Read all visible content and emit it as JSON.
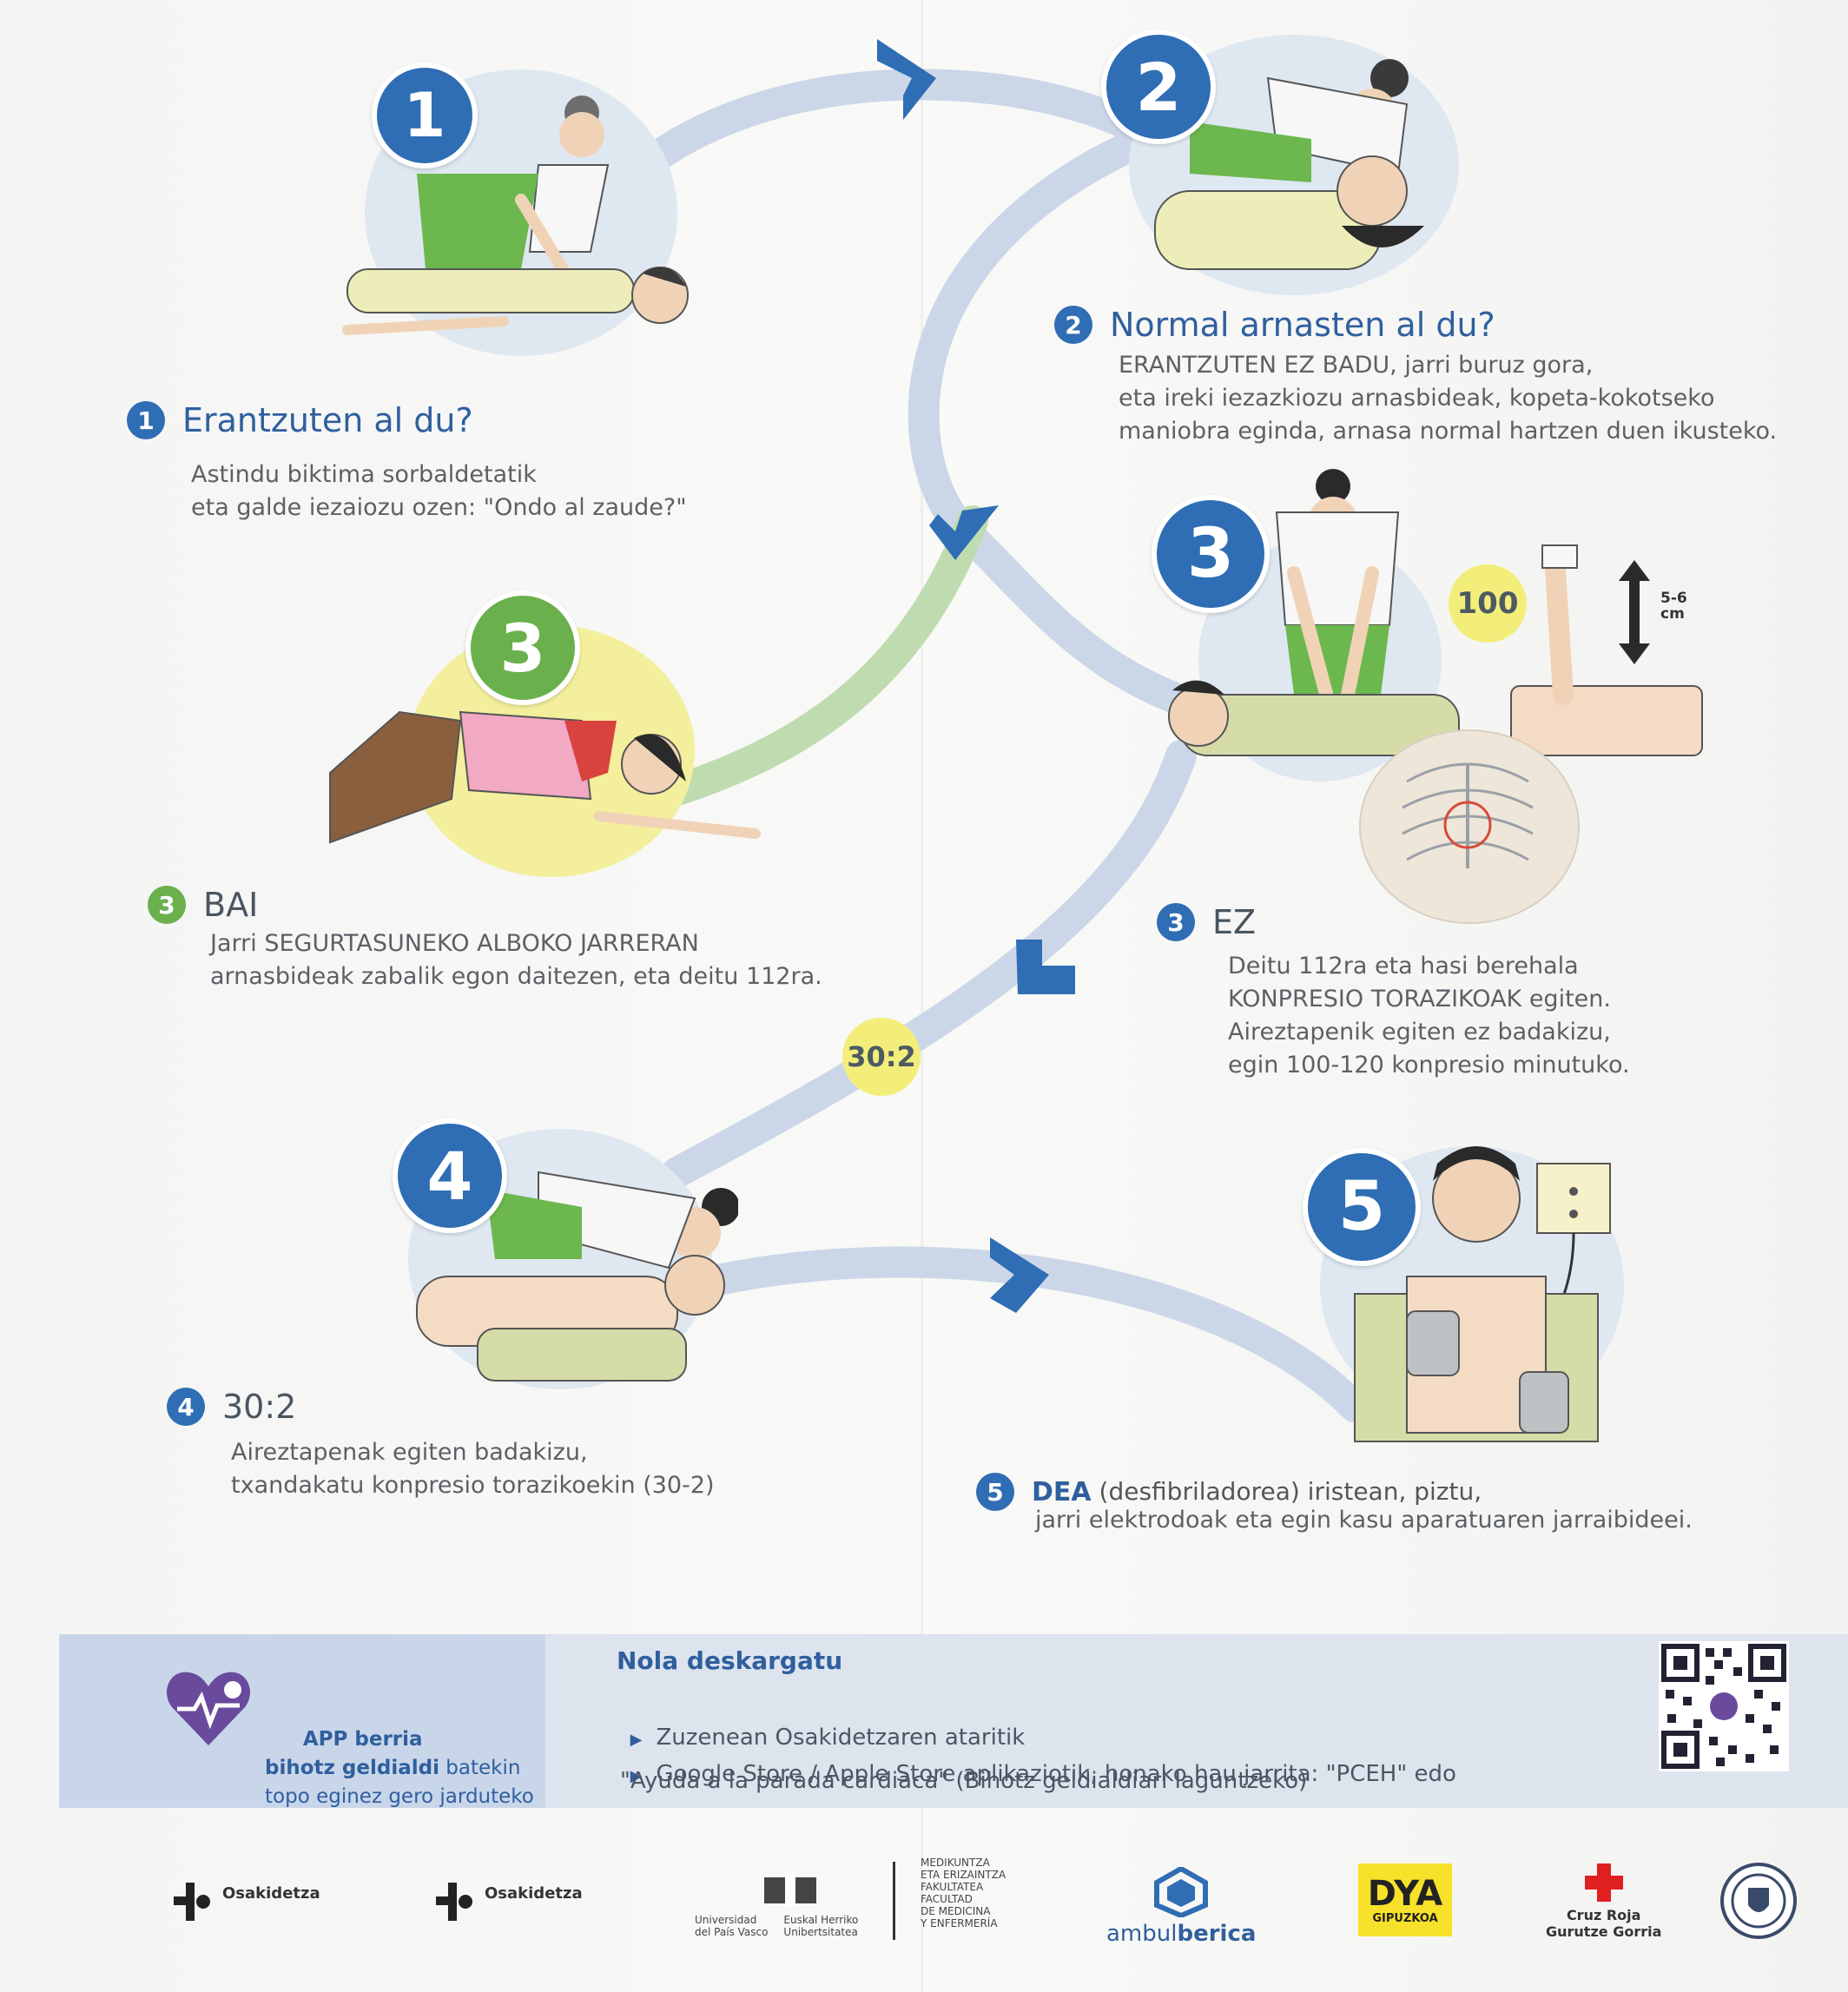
{
  "colors": {
    "accent_blue": "#2f6db4",
    "title_blue": "#2f5f9e",
    "accent_green": "#6ab04c",
    "flow_blue": "#cbd7e8",
    "flow_green": "#bfdcb0",
    "highlight_yellow": "#f3ee7a",
    "panel_dark": "#c9d6ea",
    "panel_light": "#dde4ee"
  },
  "steps": {
    "s1": {
      "badge": "1",
      "dot": "1",
      "title": "Erantzuten al du?",
      "body": "Astindu biktima sorbaldetatik\neta galde iezaiozu ozen: \"Ondo al zaude?\""
    },
    "s2": {
      "badge": "2",
      "dot": "2",
      "title": "Normal arnasten al du?",
      "body": "ERANTZUTEN EZ BADU, jarri buruz gora,\neta ireki iezazkiozu arnasbideak, kopeta-kokotseko\nmaniobra eginda, arnasa normal hartzen duen ikusteko."
    },
    "s3_bai": {
      "badge": "3",
      "dot": "3",
      "title": "BAI",
      "body": "Jarri SEGURTASUNEKO ALBOKO JARRERAN\narnasbideak zabalik egon daitezen, eta deitu 112ra."
    },
    "s3_ez": {
      "badge": "3",
      "dot": "3",
      "title": "EZ",
      "body": "Deitu 112ra eta hasi berehala\nKONPRESIO TORAZIKOAK egiten.\nAireztapenik egiten ez badakizu,\negin 100-120 konpresio minutuko.",
      "rate_label": "100",
      "depth_label": "5-6\ncm"
    },
    "s4": {
      "badge": "4",
      "dot": "4",
      "title": "30:2",
      "body": "Aireztapenak egiten badakizu,\ntxandakatu konpresio torazikoekin (30-2)",
      "ratio_label": "30:2"
    },
    "s5": {
      "badge": "5",
      "dot": "5",
      "title_bold": "DEA",
      "title_rest": " (desfibriladorea) iristean, piztu,",
      "body": "jarri elektrodoak eta egin kasu aparatuaren jarraibideei."
    }
  },
  "app_panel": {
    "line1": "APP berria",
    "line2_bold": "bihotz geldialdi",
    "line2_rest": " batekin",
    "line3": "topo eginez gero jarduteko",
    "download_title": "Nola deskargatu",
    "bullet1": "Zuzenean Osakidetzaren ataritik",
    "bullet2": "Google Store / Apple Store aplikaziotik, honako hau jarrita: \"PCEH\" edo",
    "bullet2_cont": "\"Ayuda a la parada cardiaca\" (Bihotz geldialdiari laguntzeko)"
  },
  "logos": {
    "osakidetza": "Osakidetza",
    "upv_es": "Universidad\ndel País Vasco",
    "upv_eu": "Euskal Herriko\nUnibertsitatea",
    "faculty": "MEDIKUNTZA\nETA ERIZAINTZA\nFAKULTATEA\nFACULTAD\nDE MEDICINA\nY ENFERMERÍA",
    "ambu_light": "ambul",
    "ambu_bold": "berica",
    "dya_main": "DYA",
    "dya_sub": "GIPUZKOA",
    "cruz": "Cruz Roja\nGurutze Gorria"
  },
  "icons": [
    "heart-pulse-icon",
    "qr-code",
    "chevron-right-icon",
    "cross-icon",
    "shield-seal-icon"
  ]
}
